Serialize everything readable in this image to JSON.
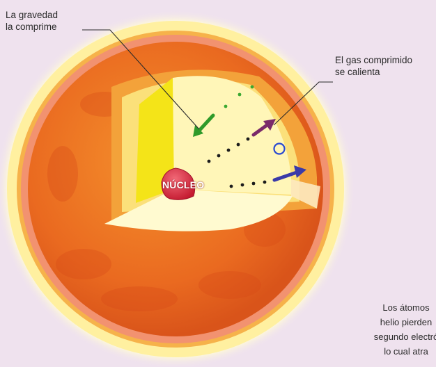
{
  "labels": {
    "gravity": [
      "La gravedad",
      "la comprime"
    ],
    "gas": [
      "El gas comprimido",
      "se calienta"
    ],
    "core": "NÚCLEO",
    "atoms": [
      "Los átomos",
      "helio pierden",
      "segundo electró",
      "lo cual atra"
    ]
  },
  "colors": {
    "background": "#efe2ee",
    "halo": "#fff3a8",
    "outer_layer": "#f08a2c",
    "inner_layer": "#e85a1e",
    "cutaway_light": "#fff6b8",
    "cutaway_left": "#f6e81a",
    "core": "#d8243c",
    "gravity_arrow": "#2f9a2a",
    "heat_arrow": "#7a2a6a",
    "atom_arrow": "#3a3aa8",
    "atom_circle": "#2a4ad0"
  },
  "icons": [
    "gravity-arrow-icon",
    "heat-arrow-icon",
    "atom-arrow-icon",
    "atom-circle-icon"
  ]
}
